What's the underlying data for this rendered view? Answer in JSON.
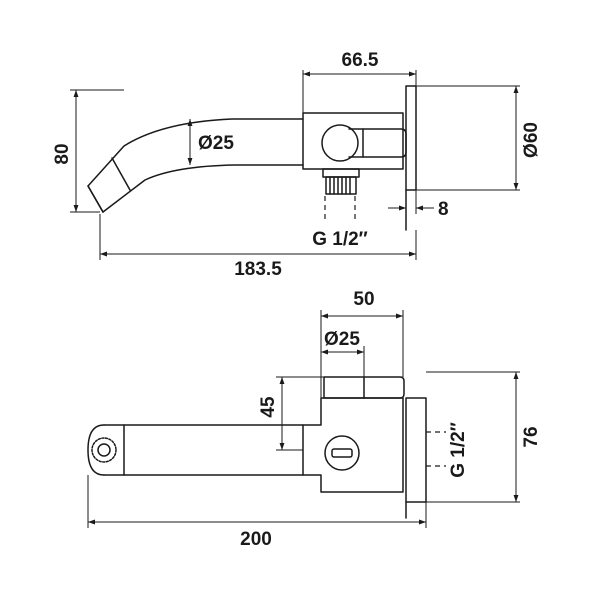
{
  "top_view": {
    "dim_width": "66.5",
    "dim_height": "80",
    "dim_spout_dia": "Ø25",
    "dim_flange_dia": "Ø60",
    "dim_flange_thickness": "8",
    "dim_thread": "G 1/2″",
    "dim_total_length": "183.5"
  },
  "front_view": {
    "dim_width": "50",
    "dim_handle_dia": "Ø25",
    "dim_height": "45",
    "dim_flange_height": "76",
    "dim_thread": "G 1/2″",
    "dim_total_length": "200"
  }
}
